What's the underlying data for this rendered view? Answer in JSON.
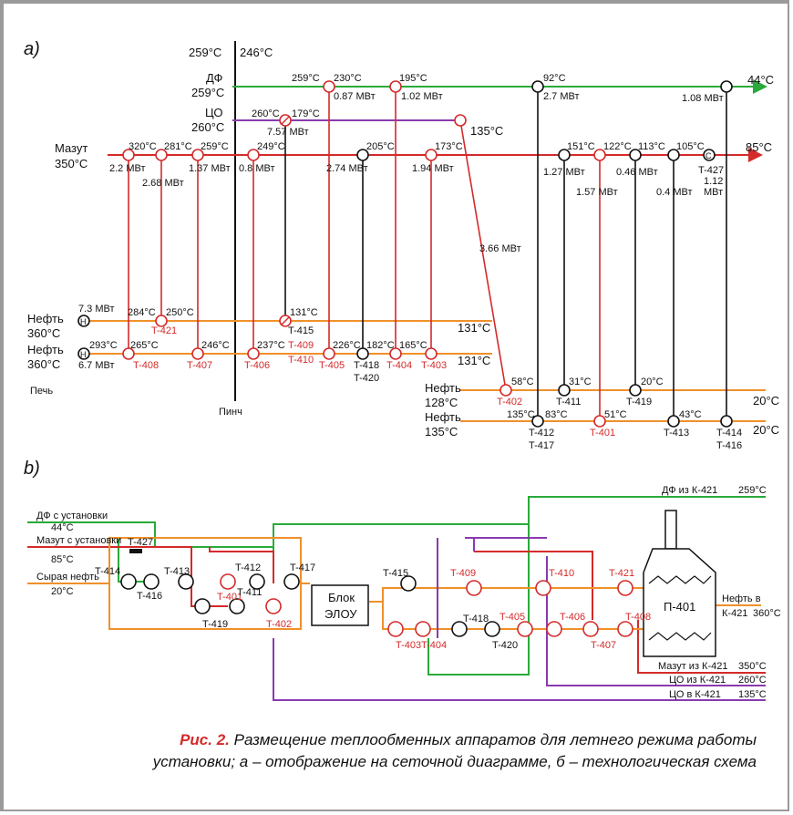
{
  "panel_a": {
    "label": "a)",
    "pinch_temp_left": "259°C",
    "pinch_temp_right": "246°C",
    "pinch_label": "Пинч",
    "furnace_label": "Печь",
    "streams": {
      "df_name": "ДФ",
      "df_temp": "259°C",
      "df_out": "44°C",
      "co_name": "ЦО",
      "co_temp": "260°C",
      "co_out": "135°C",
      "mazut_name": "Мазут",
      "mazut_temp": "350°C",
      "mazut_out": "85°C",
      "neft1_name": "Нефть",
      "neft1_temp": "360°C",
      "neft1_out": "131°C",
      "neft2_name": "Нефть",
      "neft2_temp": "360°C",
      "neft2_out": "131°C",
      "neft3_name": "Нефть",
      "neft3_temp": "128°C",
      "neft3_out": "20°C",
      "neft4_name": "Нефть",
      "neft4_temp": "135°C",
      "neft4_out": "20°C"
    },
    "temps": {
      "t320": "320°C",
      "t281": "281°C",
      "t259m": "259°C",
      "t249": "249°C",
      "t205": "205°C",
      "t173": "173°C",
      "t151": "151°C",
      "t122": "122°C",
      "t113": "113°C",
      "t105": "105°C",
      "t259df": "259°C",
      "t230": "230°C",
      "t195": "195°C",
      "t92": "92°C",
      "t260co": "260°C",
      "t179": "179°C",
      "t284": "284°C",
      "t250": "250°C",
      "t131": "131°C",
      "t293": "293°C",
      "t265": "265°C",
      "t246": "246°C",
      "t237": "237°C",
      "t226": "226°C",
      "t182": "182°C",
      "t165": "165°C",
      "t58": "58°C",
      "t31": "31°C",
      "t20": "20°C",
      "t135": "135°C",
      "t83": "83°C",
      "t51": "51°C",
      "t43": "43°C"
    },
    "duties": {
      "d1": "2.2 МВт",
      "d2": "2.68 МВт",
      "d3": "1.37 МВт",
      "d4": "0.8 МВт",
      "d5": "2.74 МВт",
      "d6": "1.94 МВт",
      "d7": "0.87 МВт",
      "d8": "1.02 МВт",
      "d9": "2.7 МВт",
      "d10": "1.08 МВт",
      "d11": "7.57 МВт",
      "d12": "1.27 МВт",
      "d13": "0.46 МВт",
      "d14": "1.57 МВт",
      "d15": "0.4 МВт",
      "d16a": "1.12",
      "d16b": "МВт",
      "d17": "3.66 МВт",
      "d18": "7.3 МВт",
      "d19": "6.7 МВт"
    },
    "units": {
      "T408": "T-408",
      "T407": "T-407",
      "T406": "T-406",
      "T421": "T-421",
      "T415": "T-415",
      "T409": "T-409",
      "T410": "T-410",
      "T405": "T-405",
      "T418": "T-418",
      "T420": "T-420",
      "T404": "T-404",
      "T403": "T-403",
      "T402": "T-402",
      "T411": "T-411",
      "T419": "T-419",
      "T412": "T-412",
      "T417": "T-417",
      "T401": "T-401",
      "T413": "T-413",
      "T414": "T-414",
      "T416": "T-416",
      "T427": "T-427"
    },
    "heater_symbol": "H",
    "cooler_symbol": "C"
  },
  "panel_b": {
    "label": "b)",
    "df_source": "ДФ с установки",
    "df_source_temp": "44°C",
    "mazut_source": "Мазут с установки",
    "mazut_source_temp": "85°C",
    "crude": "Сырая нефть",
    "crude_temp": "20°C",
    "df_from": "ДФ из К-421",
    "df_from_temp": "259°C",
    "mazut_from": "Мазут из К-421",
    "mazut_from_temp": "350°C",
    "co_from": "ЦО из К-421",
    "co_from_temp": "260°C",
    "co_to": "ЦО в К-421",
    "co_to_temp": "135°C",
    "oil_to_1": "Нефть в",
    "oil_to_2": "К-421",
    "oil_to_temp": "360°C",
    "block_1": "Блок",
    "block_2": "ЭЛОУ",
    "furnace": "П-401",
    "units": {
      "T414": "T-414",
      "T416": "T-416",
      "T413": "T-413",
      "T427": "T-427",
      "T412": "T-412",
      "T417": "T-417",
      "T401": "T-401",
      "T411": "T-411",
      "T419": "T-419",
      "T402": "T-402",
      "T415": "T-415",
      "T409": "T-409",
      "T410": "T-410",
      "T421": "T-421",
      "T403": "T-403",
      "T404": "T-404",
      "T418": "T-418",
      "T420": "T-420",
      "T405": "T-405",
      "T406": "T-406",
      "T407": "T-407",
      "T408": "T-408"
    }
  },
  "caption": {
    "label": "Рис. 2.",
    "text": "Размещение теплообменных аппаратов для летнего режима работы установки; а – отображение на сеточной диаграмме, б – технологическая схема"
  },
  "colors": {
    "hot": "#d42a2a",
    "oil": "#f0902a",
    "df": "#2aaa3a",
    "co": "#8a3ab0",
    "black": "#111111"
  }
}
